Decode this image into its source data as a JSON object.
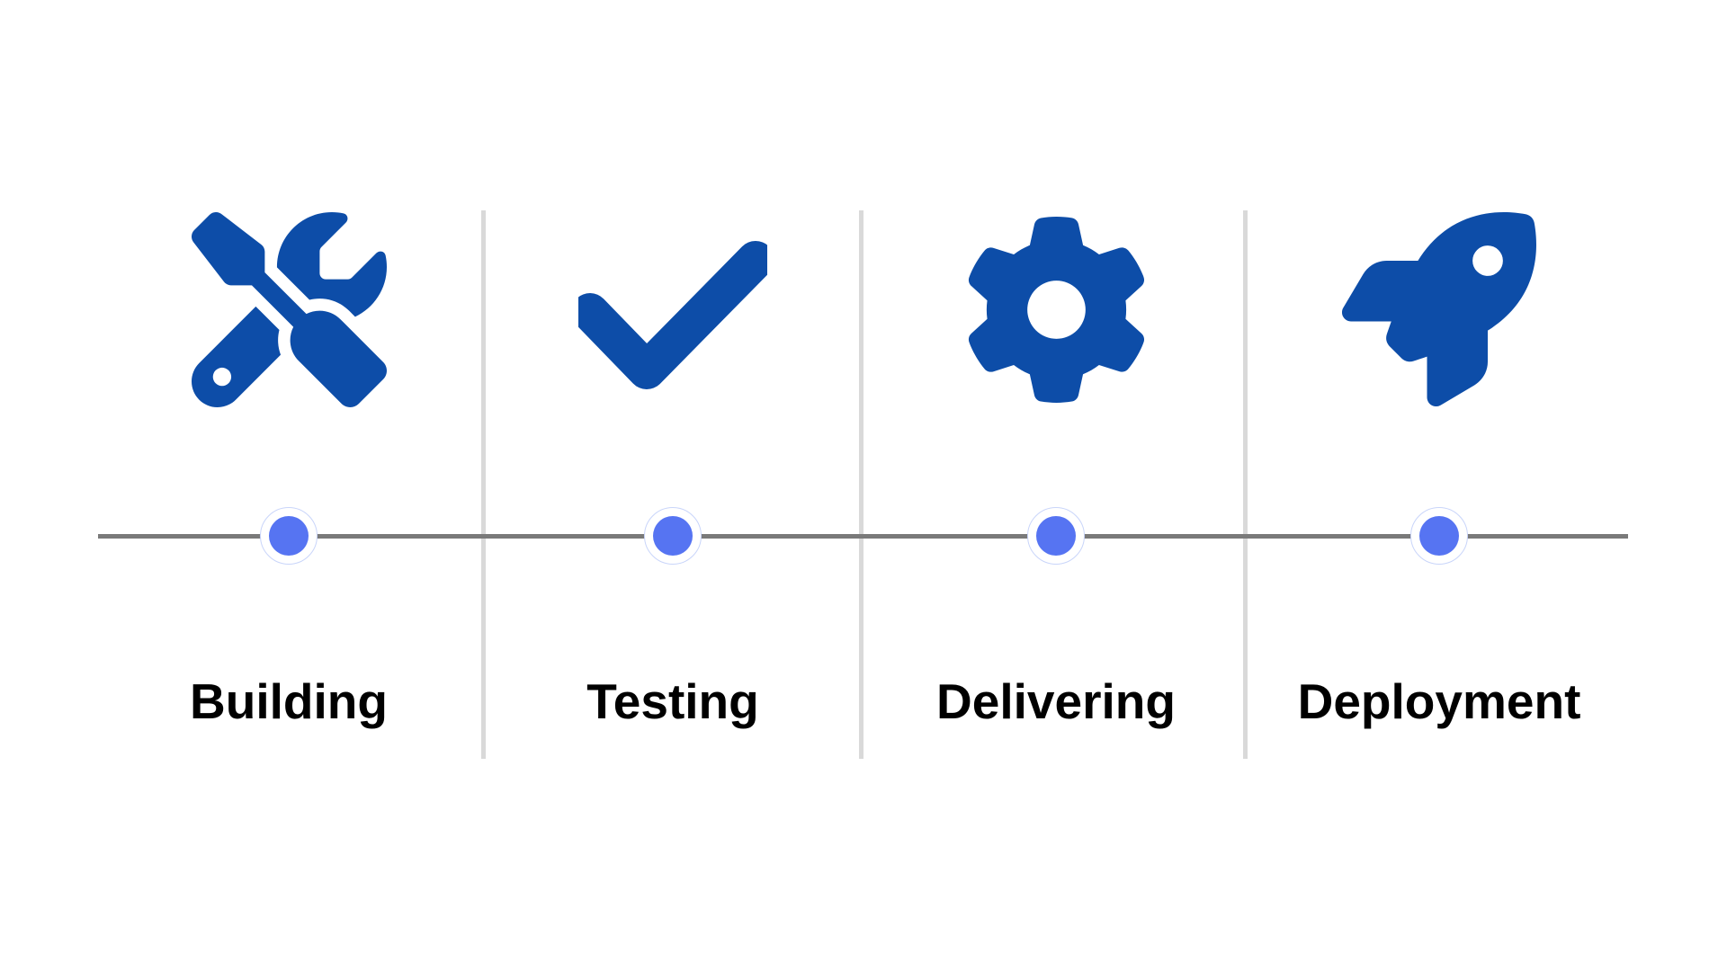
{
  "diagram": {
    "type": "process-timeline",
    "stages": [
      {
        "label": "Building",
        "icon": "tools-icon"
      },
      {
        "label": "Testing",
        "icon": "check-icon"
      },
      {
        "label": "Delivering",
        "icon": "gear-icon"
      },
      {
        "label": "Deployment",
        "icon": "rocket-icon"
      }
    ]
  },
  "colors": {
    "background": "#FFFFFF",
    "icon_blue": "#0D4DA8",
    "dot_blue": "#5674F2",
    "dot_ring_border": "#C9D5FA",
    "timeline_gray": "#7A7A7A",
    "divider_gray": "#D9D9D9",
    "label_black": "#000000"
  }
}
